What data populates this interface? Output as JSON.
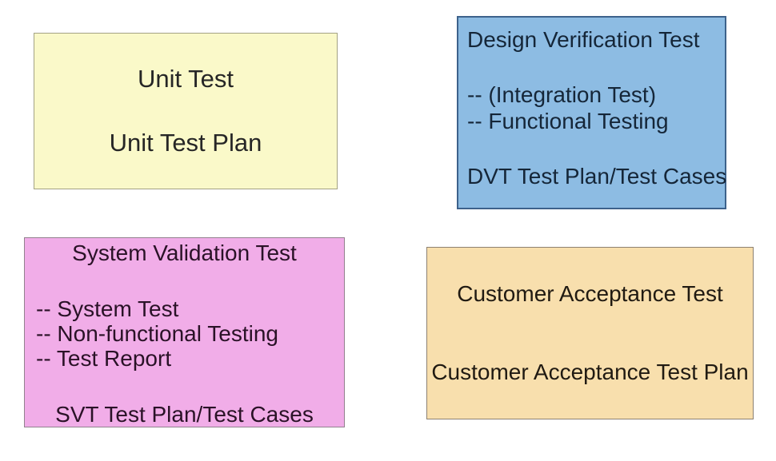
{
  "diagram": {
    "background_color": "#ffffff",
    "boxes": {
      "unit_test": {
        "fill": "#FAF9C9",
        "border_color": "#A3A284",
        "text_color": "#262626",
        "lines": [
          "Unit Test",
          "Unit Test Plan"
        ]
      },
      "design_verification_test": {
        "fill": "#8DBCE3",
        "border_color": "#3D628B",
        "text_color": "#152638",
        "title": "Design Verification Test",
        "items": [
          "-- (Integration Test)",
          "-- Functional Testing"
        ],
        "footer": "DVT Test Plan/Test Cases"
      },
      "system_validation_test": {
        "fill": "#F1ADE8",
        "border_color": "#92818E",
        "text_color": "#2A1227",
        "title": "System Validation Test",
        "items": [
          "-- System Test",
          "-- Non-functional Testing",
          "-- Test Report"
        ],
        "footer": "SVT Test Plan/Test Cases"
      },
      "customer_acceptance_test": {
        "fill": "#F8DFAD",
        "border_color": "#8D8172",
        "text_color": "#201A12",
        "lines": [
          "Customer Acceptance Test",
          "Customer Acceptance Test Plan"
        ]
      }
    }
  }
}
